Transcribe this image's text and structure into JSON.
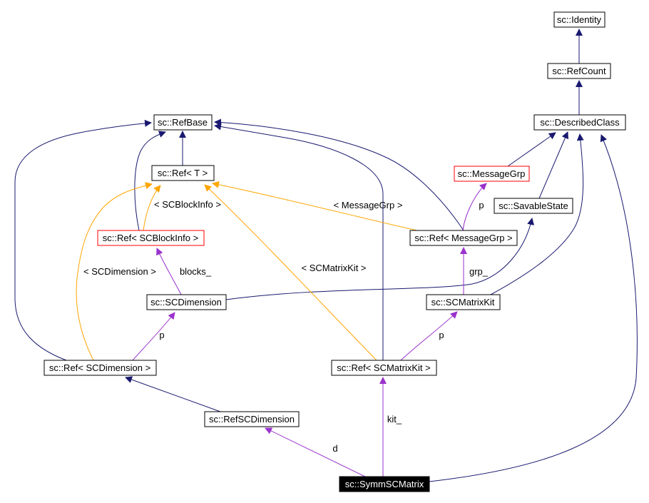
{
  "nodes": {
    "identity": {
      "label": "sc::Identity"
    },
    "refcount": {
      "label": "sc::RefCount"
    },
    "describedclass": {
      "label": "sc::DescribedClass"
    },
    "refbase": {
      "label": "sc::RefBase"
    },
    "ref_t": {
      "label": "sc::Ref< T >"
    },
    "messagegrp": {
      "label": "sc::MessageGrp"
    },
    "savablestate": {
      "label": "sc::SavableState"
    },
    "ref_scblockinfo": {
      "label": "sc::Ref< SCBlockInfo >"
    },
    "ref_messagegrp": {
      "label": "sc::Ref< MessageGrp >"
    },
    "scdimension": {
      "label": "sc::SCDimension"
    },
    "scmatrixkit": {
      "label": "sc::SCMatrixKit"
    },
    "ref_scdimension": {
      "label": "sc::Ref< SCDimension >"
    },
    "ref_scmatrixkit": {
      "label": "sc::Ref< SCMatrixKit >"
    },
    "refscdimension": {
      "label": "sc::RefSCDimension"
    },
    "symmscmatrix": {
      "label": "sc::SymmSCMatrix"
    }
  },
  "edge_labels": {
    "tmpl_scblockinfo": "< SCBlockInfo >",
    "tmpl_messagegrp": "< MessageGrp >",
    "tmpl_scdimension": "< SCDimension >",
    "tmpl_scmatrixkit": "< SCMatrixKit >",
    "blocks": "blocks_",
    "grp": "grp_",
    "p": "p",
    "kit": "kit_",
    "d": "d"
  },
  "colors": {
    "inheritance_edge": "#191970",
    "usage_edge": "#9a32cd",
    "template_edge": "#ffa500",
    "highlight_border": "#ff0000",
    "node_border": "#000000",
    "focus_node_fill": "#000000",
    "focus_node_text": "#ffffff",
    "background": "#ffffff"
  }
}
